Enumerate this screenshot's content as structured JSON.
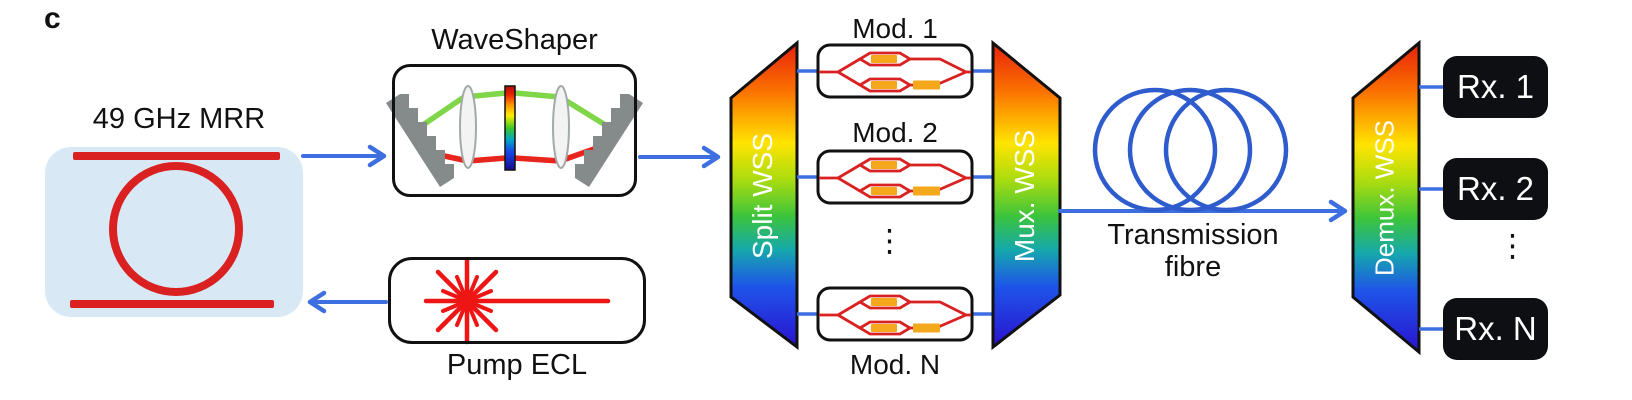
{
  "panel_label": "c",
  "colors": {
    "blue_line": "#3e6fe0",
    "fibre_blue": "#2f5ccd",
    "red": "#d92121",
    "orange": "#f5a81c",
    "mrr_bg": "#d9e8f5",
    "box_black": "#0d0f12",
    "wss_gradient_top": "#e8200a",
    "wss_gradient_bottom": "#2a12d0"
  },
  "mrr": {
    "label": "49 GHz MRR"
  },
  "waveshaper": {
    "label": "WaveShaper"
  },
  "pump": {
    "label": "Pump ECL"
  },
  "split_wss": {
    "label": "Split WSS"
  },
  "mux_wss": {
    "label": "Mux. WSS"
  },
  "demux_wss": {
    "label": "Demux. WSS"
  },
  "modulators": {
    "ellipsis": "⋮",
    "items": [
      {
        "label": "Mod. 1"
      },
      {
        "label": "Mod. 2"
      },
      {
        "label": "Mod. N"
      }
    ]
  },
  "fibre": {
    "label_line1": "Transmission",
    "label_line2": "fibre"
  },
  "receivers": {
    "ellipsis": "⋮",
    "items": [
      {
        "label": "Rx. 1"
      },
      {
        "label": "Rx. 2"
      },
      {
        "label": "Rx. N"
      }
    ]
  }
}
